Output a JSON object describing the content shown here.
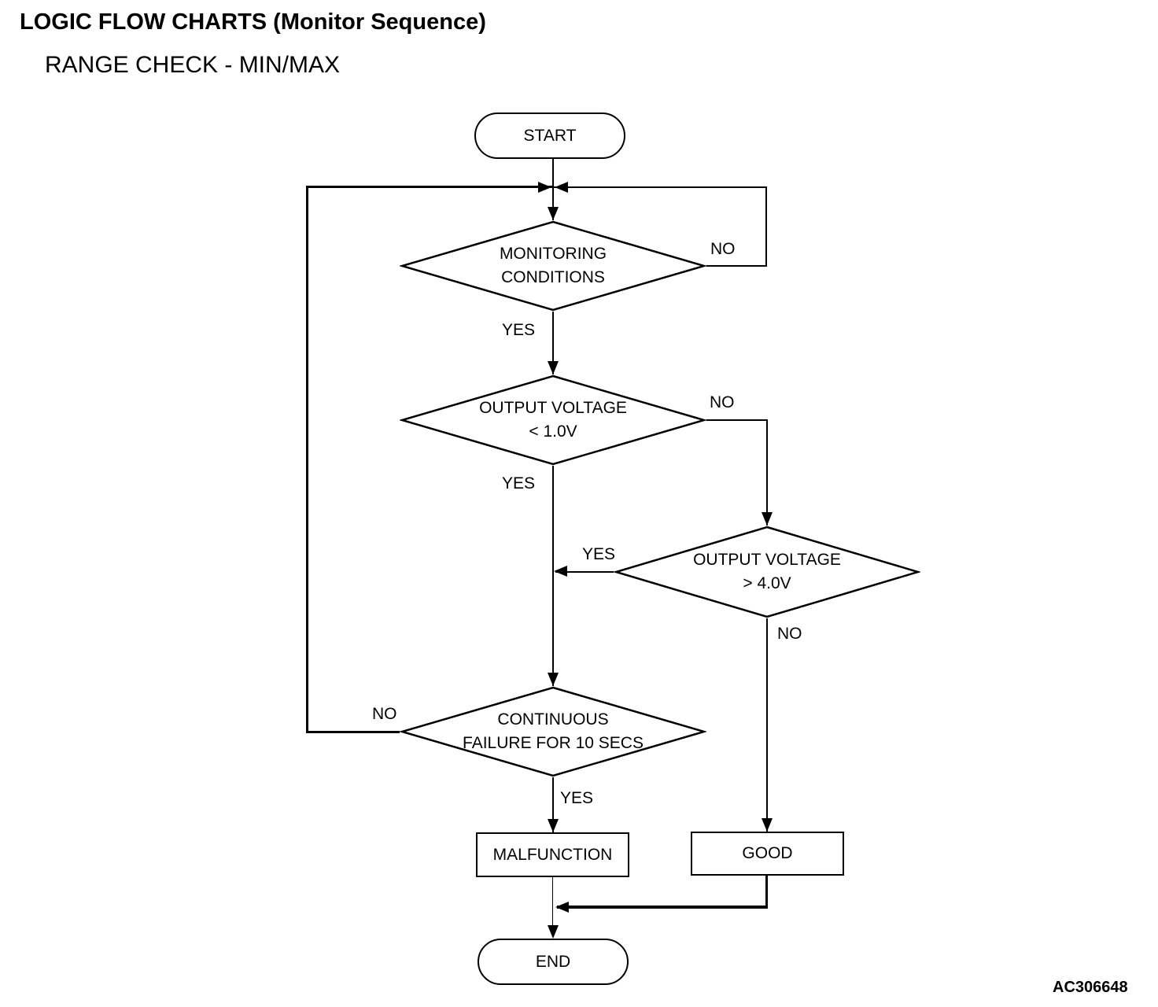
{
  "page": {
    "title": "LOGIC FLOW CHARTS (Monitor Sequence)",
    "subtitle": "RANGE CHECK - MIN/MAX",
    "figure_code": "AC306648"
  },
  "colors": {
    "ink": "#000000",
    "background": "#ffffff"
  },
  "flowchart": {
    "start": {
      "label": "START"
    },
    "end": {
      "label": "END"
    },
    "decisions": {
      "monitoring": {
        "line1": "MONITORING",
        "line2": "CONDITIONS",
        "yes": "YES",
        "no": "NO"
      },
      "voltage_low": {
        "line1": "OUTPUT VOLTAGE",
        "line2": "< 1.0V",
        "yes": "YES",
        "no": "NO"
      },
      "voltage_high": {
        "line1": "OUTPUT VOLTAGE",
        "line2": "> 4.0V",
        "yes": "YES",
        "no": "NO"
      },
      "continuous_failure": {
        "line1": "CONTINUOUS",
        "line2": "FAILURE FOR 10 SECS",
        "yes": "YES",
        "no": "NO"
      }
    },
    "results": {
      "malfunction": {
        "label": "MALFUNCTION"
      },
      "good": {
        "label": "GOOD"
      }
    }
  }
}
